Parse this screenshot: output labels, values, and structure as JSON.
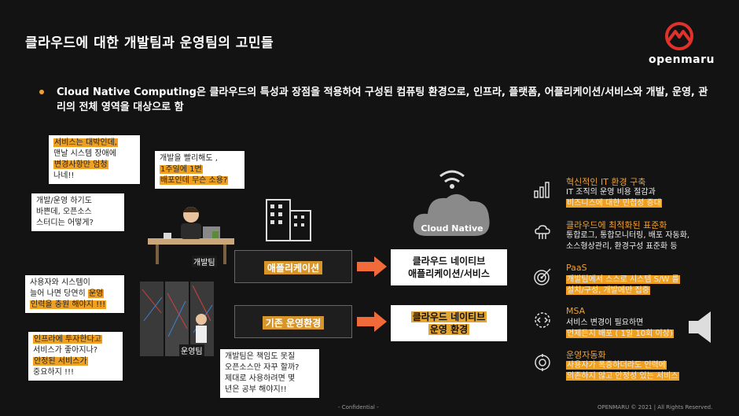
{
  "title": "클라우드에 대한 개발팀과 운영팀의 고민들",
  "brand": "openmaru",
  "bullet": "Cloud Native Computing은 클라우드의 특성과 장점을 적용하여 구성된 컴퓨팅 환경으로, 인프라, 플랫폼, 어플리케이션/서비스와 개발, 운영, 관리의 전체 영역을 대상으로 함",
  "bubbles": {
    "b1": [
      "서비스는 대박인데,",
      "맨날 시스템 장애에",
      "변경사항만 엄청",
      "나네!!"
    ],
    "b2": [
      "개발을 빨리해도 ,",
      "1주일에 1번",
      "배포인데 무슨 소용?"
    ],
    "b3": [
      "개발/운영 하기도",
      "바쁜데, 오픈소스",
      "스터디는 어떻게?"
    ],
    "b4": [
      "사용자와 시스템이",
      "늘어 나면 당연히 운영",
      "인력을 충원 해야지 !!!"
    ],
    "b5": [
      "인프라에 투자한다고",
      "서비스가 좋아지나?",
      "안정된 서비스가",
      "중요하지 !!!"
    ],
    "b6": [
      "개발팀은 책임도 못질",
      "오픈소스만 자꾸 할까?",
      "제대로 사용하려면 몇",
      "년은 공부 해야지!!"
    ]
  },
  "labels": {
    "dev_team": "개발팀",
    "ops_team": "운영팀",
    "app": "애플리케이션",
    "legacy_ops": "기존 운영환경",
    "native_app_1": "클라우드 네이티브",
    "native_app_2": "애플리케이션/서비스",
    "native_ops_1": "클라우드 네이티브",
    "native_ops_2": "운영 환경",
    "cloud": "Cloud Native"
  },
  "items": [
    {
      "icon": "bar-chart-icon",
      "title": "혁신적인 IT 환경 구축",
      "desc": [
        "IT 조직의 운영 비용 절감과",
        "비즈니스에 대한 민첩성 증대"
      ]
    },
    {
      "icon": "cloud-network-icon",
      "title": "클라우드에 최적화된 표준화",
      "desc": [
        "통합로그, 통합모니터링, 배포 자동화,",
        "소스형상관리, 환경구성 표준화 등"
      ]
    },
    {
      "icon": "target-icon",
      "title": "PaaS",
      "desc": [
        "개발팀에서 스스로 시스템 S/W 를",
        "설치/구성, 개발에만 집중"
      ]
    },
    {
      "icon": "gear-code-icon",
      "title": "MSA",
      "desc": [
        "서비스 변경이 필요하면",
        "언제든지 배포 ( 1일 10회 이상)"
      ]
    },
    {
      "icon": "automation-icon",
      "title": "운영자동화",
      "desc": [
        "사용자가 폭증하더라도 인력에",
        "의존하지 않고 안정성 있는 서비스"
      ]
    }
  ],
  "footer": {
    "center": "- Confidential -",
    "right": "OPENMARU ©  2021 | All Rights Reserved."
  }
}
